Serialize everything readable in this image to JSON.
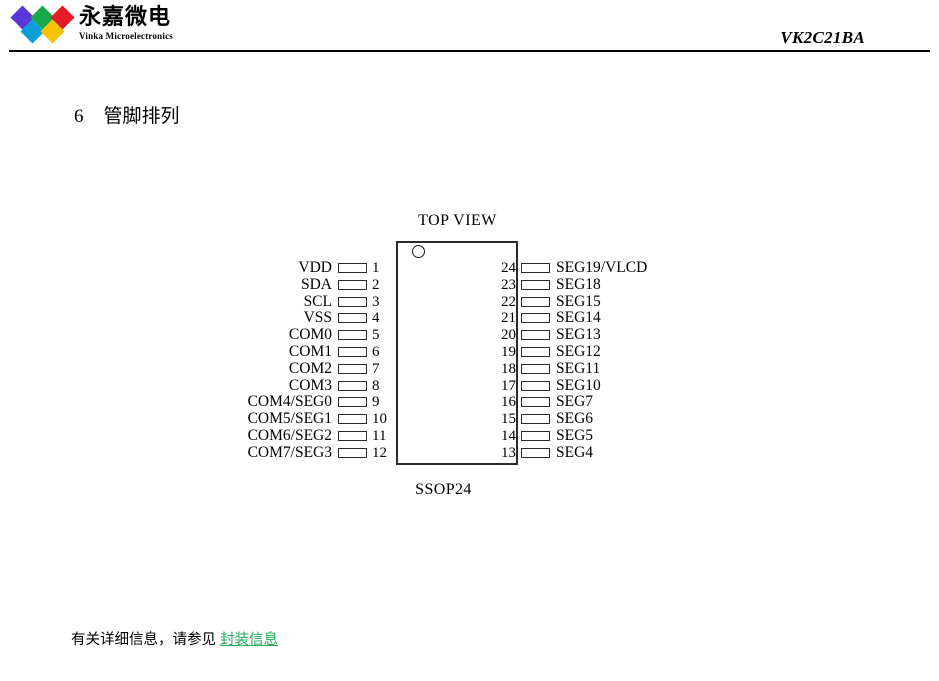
{
  "header": {
    "logo": {
      "company_cn": "永嘉微电",
      "company_en": "Vinka Microelectronics",
      "diamond_colors": [
        "#5b37d6",
        "#16a84b",
        "#e21b24",
        "#0a9fd8",
        "#f5c400"
      ]
    },
    "part_number": "VK2C21BA"
  },
  "section": {
    "number": "6",
    "title": "管脚排列"
  },
  "diagram": {
    "top_view_label": "TOP VIEW",
    "package_name": "SSOP24",
    "pin1_marker": "pin1-circle",
    "left_pins": [
      {
        "num": "1",
        "label": "VDD"
      },
      {
        "num": "2",
        "label": "SDA"
      },
      {
        "num": "3",
        "label": "SCL"
      },
      {
        "num": "4",
        "label": "VSS"
      },
      {
        "num": "5",
        "label": "COM0"
      },
      {
        "num": "6",
        "label": "COM1"
      },
      {
        "num": "7",
        "label": "COM2"
      },
      {
        "num": "8",
        "label": "COM3"
      },
      {
        "num": "9",
        "label": "COM4/SEG0"
      },
      {
        "num": "10",
        "label": "COM5/SEG1"
      },
      {
        "num": "11",
        "label": "COM6/SEG2"
      },
      {
        "num": "12",
        "label": "COM7/SEG3"
      }
    ],
    "right_pins": [
      {
        "num": "24",
        "label": "SEG19/VLCD"
      },
      {
        "num": "23",
        "label": "SEG18"
      },
      {
        "num": "22",
        "label": "SEG15"
      },
      {
        "num": "21",
        "label": "SEG14"
      },
      {
        "num": "20",
        "label": "SEG13"
      },
      {
        "num": "19",
        "label": "SEG12"
      },
      {
        "num": "18",
        "label": "SEG11"
      },
      {
        "num": "17",
        "label": "SEG10"
      },
      {
        "num": "16",
        "label": "SEG7"
      },
      {
        "num": "15",
        "label": "SEG6"
      },
      {
        "num": "14",
        "label": "SEG5"
      },
      {
        "num": "13",
        "label": "SEG4"
      }
    ]
  },
  "footer": {
    "note_text": "有关详细信息，请参见",
    "link_text": "封装信息",
    "link_color": "#1faa59"
  }
}
